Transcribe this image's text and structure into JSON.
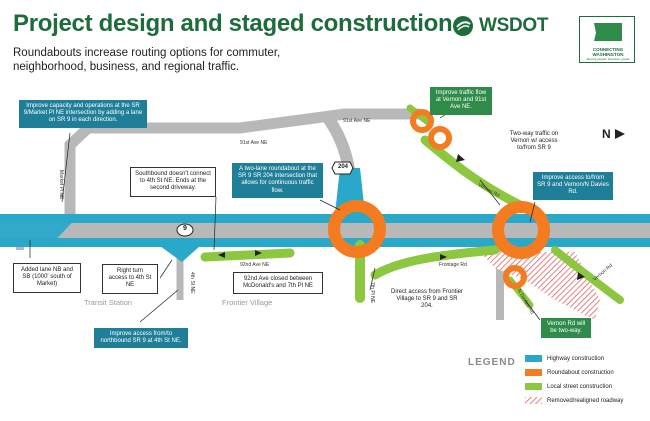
{
  "header": {
    "title": "Project design and staged construction",
    "subtitle": "Roundabouts increase routing options for commuter, neighborhood, business, and regional traffic."
  },
  "logos": {
    "wsdot": "WSDOT",
    "connecting_washington": "CONNECTING WASHINGTON",
    "connecting_tagline": "Moving people, business, goods"
  },
  "north_label": "N",
  "highway_shield": "9",
  "route_shield": "204",
  "callouts": {
    "improve_capacity": "Improve capacity and operations at the SR 9/Market Pl NE intersection by adding a lane on SR 9 in each direction.",
    "southbound": "Southbound doesn't connect to 4th St NE. Ends at the second driveway.",
    "roundabout_204": "A two-lane roundabout at the SR 9 SR 204 intersection that allows for continuous traffic flow.",
    "vernon_91st": "Improve traffic flow at Vernon and 91st Ave NE.",
    "two_way_vernon": "Two-way traffic on Vernon w/ access to/from SR 9",
    "access_davies": "Improve access to/from SR 9 and Vernon/N Davies Rd.",
    "added_lane": "Added lane NB and SB (1000' south of Market)",
    "right_turn": "Right turn access to 4th St NE",
    "closed_92nd": "92nd Ave closed between McDonald's and 7th Pl NE",
    "frontier_access": "Direct access from Frontier Village to SR 9 and SR 204.",
    "improve_4th": "Improve access from/to northbound SR 9 at 4th St NE.",
    "vernon_two_way": "Vernon Rd will be two-way."
  },
  "road_labels": {
    "ave_91st_top": "91st Ave NE",
    "ave_91st_mid": "91st Ave NE",
    "market_pl": "Market Pl NE",
    "st_4th": "4th St NE",
    "ave_92nd": "92nd Ave NE",
    "pl_7th": "7th Pl NE",
    "frontage": "Frontage Rd",
    "vernon_upper": "Vernon Rd",
    "vernon_lower": "Vernon Rd",
    "davies": "N Davies Rd"
  },
  "areas": {
    "transit": "Transit Station",
    "frontier": "Frontier Village"
  },
  "legend": {
    "title": "LEGEND",
    "items": [
      {
        "label": "Highway construction",
        "color": "#2aa8c9"
      },
      {
        "label": "Roundabout construction",
        "color": "#f47b20"
      },
      {
        "label": "Local street construction",
        "color": "#8dc63f"
      },
      {
        "label": "Removed/realigned roadway",
        "color": "#e06060"
      }
    ]
  },
  "colors": {
    "highway": "#2aa8c9",
    "roundabout": "#f47b20",
    "local": "#8dc63f",
    "existing_road": "#b8b8b8",
    "brand_green": "#1e6b3b",
    "callout_blue": "#1f7f98",
    "callout_green": "#2f8b4a"
  }
}
